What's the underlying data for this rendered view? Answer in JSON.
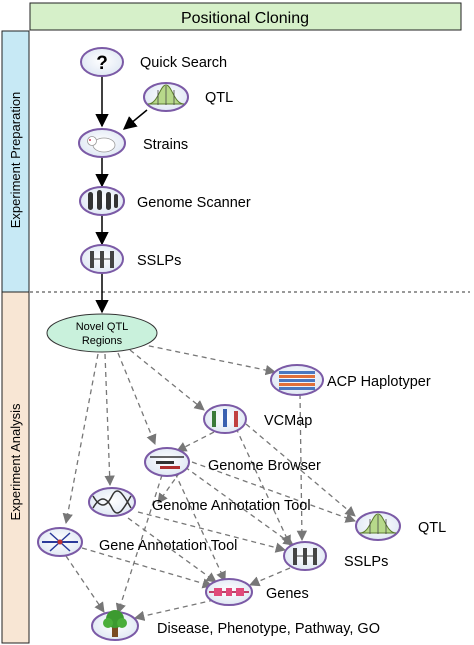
{
  "title": "Positional Cloning",
  "sections": {
    "preparation": "Experiment Preparation",
    "analysis": "Experiment Analysis"
  },
  "colors": {
    "title_bg": "#d6f0c9",
    "preparation_bg": "#c7e9f5",
    "analysis_bg": "#f8e6d4",
    "region_bg": "#c9f1dc",
    "icon_ring": "#7b5aa6"
  },
  "nodes": {
    "quick_search": {
      "label": "Quick Search",
      "icon": "question-icon"
    },
    "qtl_top": {
      "label": "QTL",
      "icon": "qtl-curve-icon"
    },
    "strains": {
      "label": "Strains",
      "icon": "rat-icon"
    },
    "genome_scanner": {
      "label": "Genome Scanner",
      "icon": "chromosome-icon"
    },
    "sslps_top": {
      "label": "SSLPs",
      "icon": "sslp-icon"
    },
    "novel_qtl": {
      "label_line1": "Novel QTL",
      "label_line2": "Regions"
    },
    "acp_haplotyper": {
      "label": "ACP Haplotyper",
      "icon": "haplotype-grid-icon"
    },
    "vcmap": {
      "label": "VCMap",
      "icon": "vcmap-icon"
    },
    "genome_browser": {
      "label": "Genome Browser",
      "icon": "browser-tracks-icon"
    },
    "genome_annotation_tool": {
      "label": "Genome Annotation Tool",
      "icon": "dna-helix-icon"
    },
    "qtl_bottom": {
      "label": "QTL",
      "icon": "qtl-curve-icon"
    },
    "gene_annotation_tool": {
      "label": "Gene Annotation Tool",
      "icon": "gene-annotation-icon"
    },
    "sslps_bottom": {
      "label": "SSLPs",
      "icon": "sslp-icon"
    },
    "genes": {
      "label": "Genes",
      "icon": "gene-icon"
    },
    "disease": {
      "label": "Disease, Phenotype, Pathway, GO",
      "icon": "tree-icon"
    }
  }
}
